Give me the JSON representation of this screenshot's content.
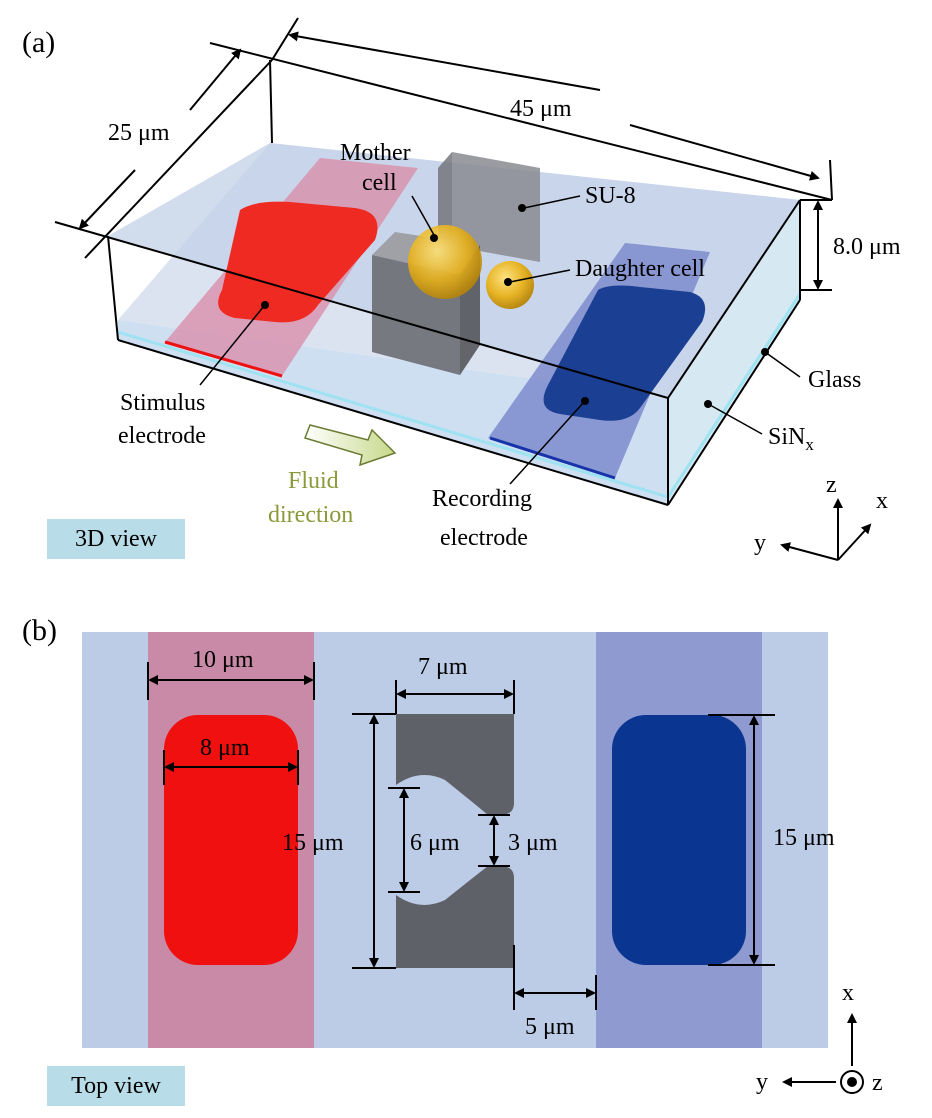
{
  "panel_a": {
    "label": "(a)",
    "view_badge": "3D view",
    "dim_width": "45 μm",
    "dim_depth": "25 μm",
    "dim_height": "8.0 μm",
    "mother_cell_line1": "Mother",
    "mother_cell_line2": "cell",
    "su8": "SU-8",
    "daughter_cell": "Daughter cell",
    "glass": "Glass",
    "sinx_main": "SiN",
    "sinx_sub": "x",
    "stimulus_line1": "Stimulus",
    "stimulus_line2": "electrode",
    "fluid_line1": "Fluid",
    "fluid_line2": "direction",
    "recording_line1": "Recording",
    "recording_line2": "electrode",
    "axis_z": "z",
    "axis_x": "x",
    "axis_y": "y"
  },
  "panel_b": {
    "label": "(b)",
    "view_badge": "Top view",
    "dim_stim_strip": "10 μm",
    "dim_stim_pad": "8 μm",
    "dim_trap_width": "7 μm",
    "dim_trap_length": "15 μm",
    "dim_mother_gap": "6 μm",
    "dim_daughter_gap": "3 μm",
    "dim_spacing": "5 μm",
    "dim_rec_pad": "15 μm",
    "axis_x": "x",
    "axis_y": "y",
    "axis_z": "z"
  },
  "colors": {
    "stimulus": "#ee1111",
    "stimulus_strip": "#c98aa8",
    "recording": "#0a3590",
    "recording_strip": "#8e9ad0",
    "channel": "#bccbe6",
    "su8": "#5f6169",
    "cell": "#e8b11a",
    "fluid_text": "#8a9a3a",
    "badge": "#b9dde8"
  }
}
